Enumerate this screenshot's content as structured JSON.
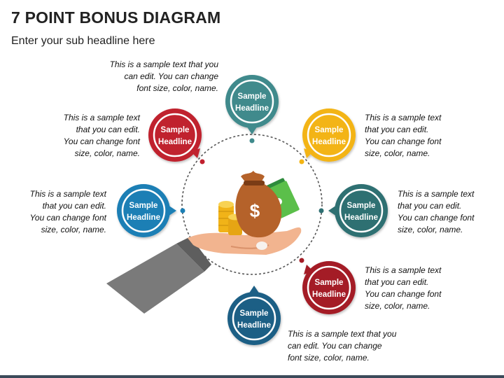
{
  "title": "7 POINT BONUS DIAGRAM",
  "subtitle": "Enter your sub headline here",
  "colors": {
    "teal": "#3f8a8c",
    "red": "#c0202e",
    "yellow": "#f3b413",
    "blue": "#1c7fb5",
    "darkteal": "#2e6f72",
    "darkred": "#a41c26",
    "navy": "#1f5f85"
  },
  "nodes": [
    {
      "id": "top",
      "line1": "Sample",
      "line2": "Headline",
      "color": "#3f8a8c",
      "text": "This is a sample text that you\ncan edit. You can change\nfont size, color, name."
    },
    {
      "id": "upper-left",
      "line1": "Sample",
      "line2": "Headline",
      "color": "#c0202e",
      "text": "This is a sample text\nthat you can edit.\nYou can change font\nsize, color, name."
    },
    {
      "id": "upper-right",
      "line1": "Sample",
      "line2": "Headline",
      "color": "#f3b413",
      "text": "This is a sample text\nthat you can edit.\nYou can change font\nsize, color, name."
    },
    {
      "id": "left",
      "line1": "Sample",
      "line2": "Headline",
      "color": "#1c7fb5",
      "text": "This is a sample text\nthat you can edit.\nYou can change font\nsize, color, name."
    },
    {
      "id": "right",
      "line1": "Sample",
      "line2": "Headline",
      "color": "#2e6f72",
      "text": "This is a sample text\nthat you can edit.\nYou can change font\nsize, color, name."
    },
    {
      "id": "lower-right",
      "line1": "Sample",
      "line2": "Headline",
      "color": "#a41c26",
      "text": "This is a sample text\nthat you can edit.\nYou can change font\nsize, color, name."
    },
    {
      "id": "bottom",
      "line1": "Sample",
      "line2": "Headline",
      "color": "#1f5f85",
      "text": "This is a sample text that you\ncan edit. You can change\nfont size, color, name."
    }
  ],
  "icons": {
    "center": "hand-holding-money-bag-icon",
    "coins": "gold-coins-icon",
    "cash": "cash-banknotes-icon"
  }
}
